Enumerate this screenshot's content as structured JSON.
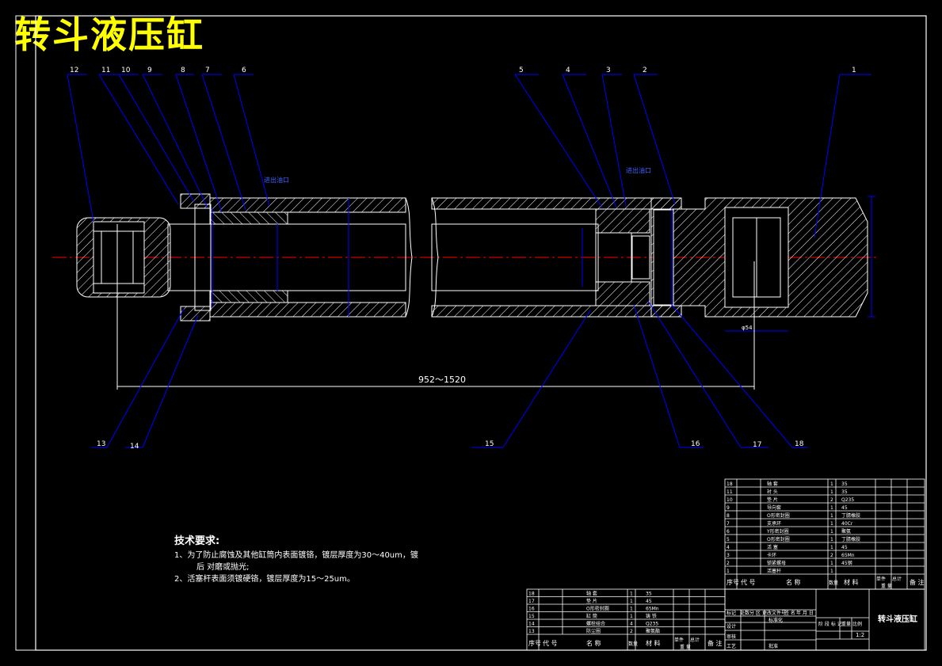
{
  "title": "转斗液压缸",
  "dimension": "952～1520",
  "small_dim": "φ54",
  "oil_port_left": "进出油口",
  "oil_port_right": "进出油口",
  "callouts": [
    "1",
    "2",
    "3",
    "4",
    "5",
    "6",
    "7",
    "8",
    "9",
    "10",
    "11",
    "12",
    "13",
    "14",
    "15",
    "16",
    "17",
    "18"
  ],
  "tech": {
    "heading": "技术要求:",
    "line1": "1、为了防止腐蚀及其他缸筒内表面镀铬，镀层厚度为30～40um，镀",
    "line1b": "后               对磨或抛光;",
    "line2": "2、活塞杆表面须镀硬铬，镀层厚度为15～25um。"
  },
  "upper_table": {
    "rows": [
      [
        "18",
        "轴  套",
        "1",
        "35",
        ""
      ],
      [
        "11",
        "衬  头",
        "1",
        "35",
        ""
      ],
      [
        "10",
        "垫  片",
        "2",
        "Q235",
        ""
      ],
      [
        "9",
        "导向套",
        "1",
        "45",
        ""
      ],
      [
        "8",
        "O形密封圈",
        "1",
        "丁腈橡胶",
        ""
      ],
      [
        "7",
        "支承环",
        "1",
        "40Cr",
        ""
      ],
      [
        "6",
        "Y形密封圈",
        "1",
        "聚氨",
        ""
      ],
      [
        "5",
        "O形密封圈",
        "1",
        "丁腈橡胶",
        ""
      ],
      [
        "4",
        "活  塞",
        "1",
        "45",
        ""
      ],
      [
        "3",
        "卡环",
        "2",
        "65Mn",
        ""
      ],
      [
        "2",
        "锁紧螺母",
        "1",
        "45钢",
        ""
      ],
      [
        "1",
        "活塞杆",
        "1",
        "",
        ""
      ]
    ],
    "header": {
      "seq": "序号",
      "code": "代 号",
      "name": "名 称",
      "qty": "数量",
      "material": "材 料",
      "single": "单件",
      "total": "总计",
      "weight": "重 量",
      "note": "备 注"
    }
  },
  "lower_table": {
    "rows": [
      [
        "18",
        "轴  套",
        "1",
        "35"
      ],
      [
        "17",
        "垫  片",
        "1",
        "45"
      ],
      [
        "16",
        "O形密封圈",
        "1",
        "65Mn"
      ],
      [
        "15",
        "缸  筒",
        "1",
        "铸 铁"
      ],
      [
        "14",
        "螺栓组合",
        "4",
        "Q235"
      ],
      [
        "13",
        "防尘圈",
        "2",
        "聚氨酯"
      ]
    ],
    "header": {
      "seq": "序号",
      "code": "代 号",
      "name": "名 称",
      "qty": "数量",
      "material": "材 料",
      "single": "单件",
      "total": "总计",
      "weight": "重 量",
      "note": "备 注"
    }
  },
  "title_block": {
    "drawing_name": "转斗液压缸",
    "scale": "1:2",
    "designer_label": "设计",
    "check_label": "审核",
    "process_label": "工艺",
    "approve_label": "批准",
    "stage_label": "阶 段 标 记",
    "weight_label": "重量",
    "scale_label": "比例",
    "std_label": "标准化",
    "marks": [
      "标记",
      "处数",
      "分 区",
      "更改文件号",
      "签 名",
      "年 月 日"
    ]
  },
  "colors": {
    "background": "#000000",
    "blue": "#0000ff",
    "lines": "#ffffff",
    "accent": "#ffff00",
    "centerline": "#ff0000"
  }
}
